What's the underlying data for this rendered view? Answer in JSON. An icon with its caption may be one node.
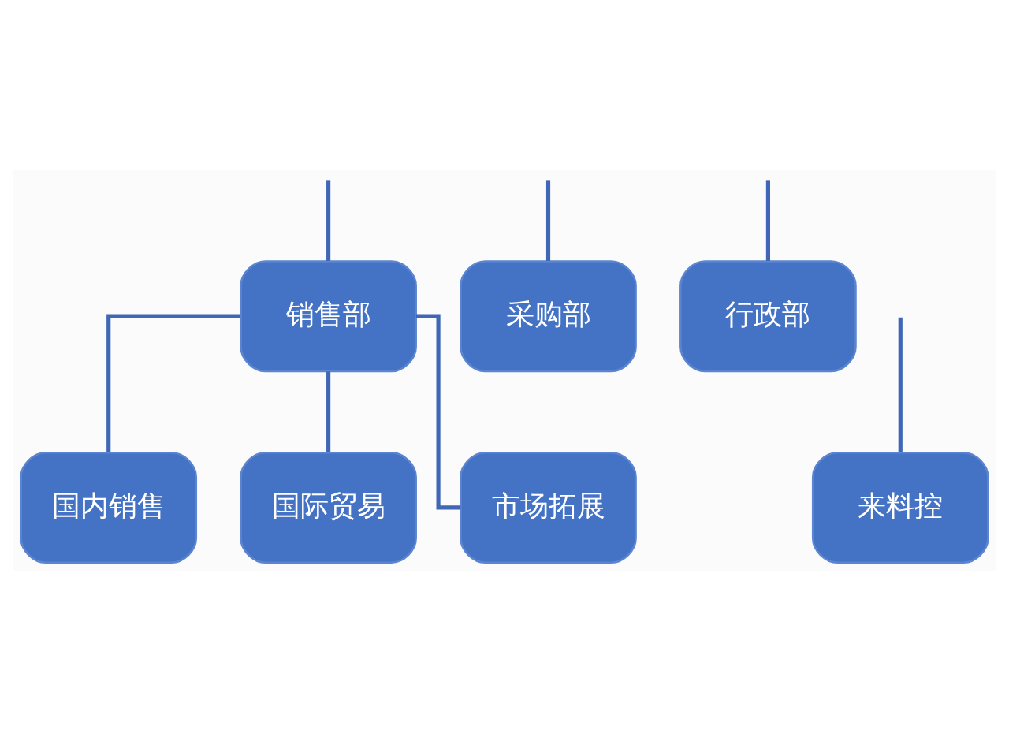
{
  "diagram": {
    "nodes": [
      {
        "text": [
          "销售部"
        ]
      },
      {
        "text": [
          "采购部"
        ]
      },
      {
        "text": [
          "行政部"
        ]
      },
      {
        "text": [
          "国内销售"
        ]
      },
      {
        "text": [
          "国际贸易"
        ]
      },
      {
        "text": [
          "市场拓展"
        ]
      },
      {
        "text": [
          "来料控"
        ]
      }
    ],
    "edges": [
      {
        "from": null,
        "to": 0,
        "arrow": "none"
      },
      {
        "from": null,
        "to": 1,
        "arrow": "none"
      },
      {
        "from": null,
        "to": 2,
        "arrow": "none"
      },
      {
        "from": 0,
        "to": 3,
        "arrow": "none"
      },
      {
        "from": 0,
        "to": 4,
        "arrow": "none"
      },
      {
        "from": 0,
        "to": 5,
        "arrow": "none"
      },
      {
        "from": null,
        "to": 6,
        "arrow": "none"
      }
    ]
  }
}
